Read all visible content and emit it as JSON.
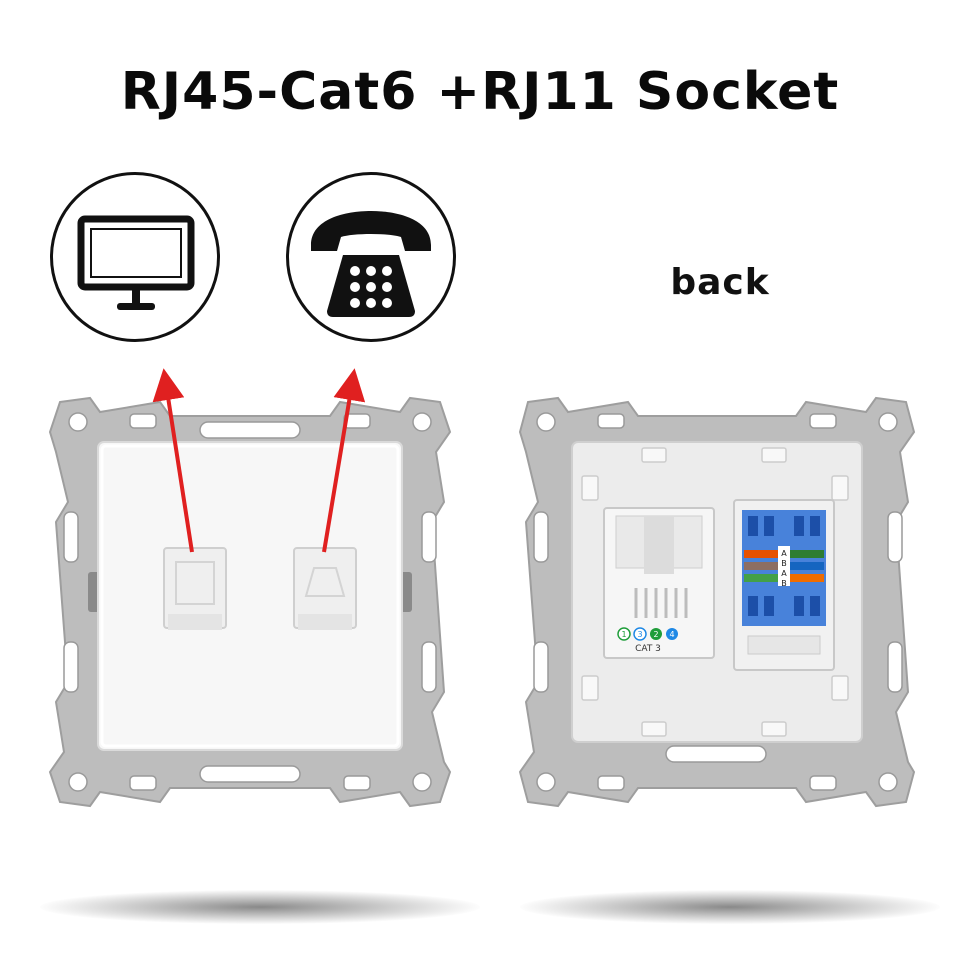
{
  "title": "RJ45-Cat6 +RJ11 Socket",
  "back_label": "back",
  "icons": {
    "left": "monitor-icon",
    "right": "telephone-icon"
  },
  "module_label": "CAT 3",
  "terminal_numbers": [
    "1",
    "3",
    "2",
    "4"
  ],
  "wiring_labels": [
    "A",
    "B",
    "A",
    "B"
  ],
  "colors": {
    "frame": "#bdbdbd",
    "plate": "#f7f7f7",
    "arrow": "#e02020",
    "keystone_blue": "#2a6fd6",
    "terminal_green": "#1f9d3a",
    "terminal_blue": "#1e88e5"
  }
}
